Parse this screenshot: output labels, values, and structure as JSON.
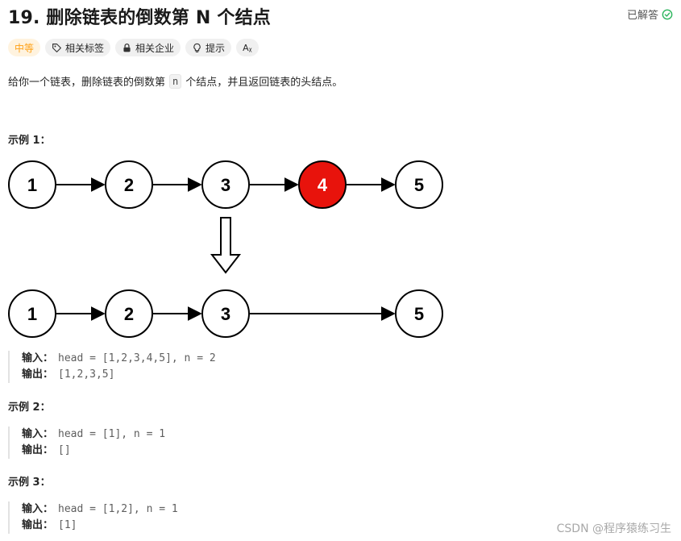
{
  "problem": {
    "title": "19. 删除链表的倒数第 N 个结点",
    "solved_label": "已解答",
    "tags": [
      "中等",
      "相关标签",
      "相关企业",
      "提示",
      "Aᵪ"
    ],
    "description_before": "给你一个链表，删除链表的倒数第",
    "description_code": "n",
    "description_after": "个结点，并且返回链表的头结点。"
  },
  "diagram": {
    "top_nodes": [
      "1",
      "2",
      "3",
      "4",
      "5"
    ],
    "bottom_nodes": [
      "1",
      "2",
      "3",
      "5"
    ],
    "highlight_color": "#e8130c"
  },
  "examples": [
    {
      "title": "示例 1：",
      "input_label": "输入：",
      "input": "head = [1,2,3,4,5], n = 2",
      "output_label": "输出：",
      "output": "[1,2,3,5]"
    },
    {
      "title": "示例 2：",
      "input_label": "输入：",
      "input": "head = [1], n = 1",
      "output_label": "输出：",
      "output": "[]"
    },
    {
      "title": "示例 3：",
      "input_label": "输入：",
      "input": "head = [1,2], n = 1",
      "output_label": "输出：",
      "output": "[1]"
    }
  ],
  "watermark": "CSDN @程序猿练习生",
  "colors": {
    "accent_difficulty": "#ffa116",
    "solved_check": "#2db55d"
  }
}
